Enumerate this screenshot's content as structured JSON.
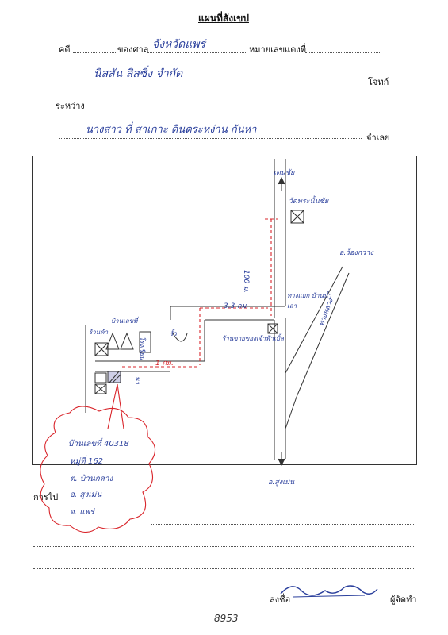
{
  "form": {
    "title": "แผนที่สังเขป",
    "case_label": "คดี",
    "court_label": "ของศาล",
    "court_value": "จังหวัดแพร่",
    "red_case_label": "หมายเลขแดงที่",
    "plaintiff_value": "นิสสัน ลิสซิ่ง จำกัด",
    "plaintiff_label": "โจทก์",
    "between_label": "ระหว่าง",
    "defendant_value": "นางสาว ที่ สาเกาะ ดินตระหง่าน กันหา",
    "defendant_label": "จำเลย",
    "directions_label": "การไป",
    "signature_label": "ลงชื่อ",
    "maker_label": "ผู้จัดทำ",
    "page_number": "8953"
  },
  "map": {
    "labels": {
      "to_phayao": "เด่นชัย",
      "wat_temple": "วัดพระนั้นชัย",
      "to_wang_chin": "อ.ร้องกวาง",
      "distance_north": "100 ม.",
      "distance_east": "3.3 กม.",
      "junction_note": "ทางแยก บ้านน้ำเลา",
      "landmark_left": "ร้านค้า",
      "house_group": "บ้านเลขที่",
      "fence_label": "รั้ว",
      "school_label": "โรงเรียน",
      "health_center": "ร้านขายของเจ้าฟ้าเบิ้ล",
      "distance_south": "1 กม.",
      "road_label": "ทางหลวง",
      "to_south": "อ.สูงเม่น",
      "hut_label": "นา"
    },
    "cloud_note": {
      "line1": "บ้านเลขที่ 40318",
      "line2": "หมู่ที่ 162",
      "line3": "ต. บ้านกลาง",
      "line4": "อ. สูงเม่น",
      "line5": "จ. แพร่"
    },
    "colors": {
      "ink_blue": "#2a3f9c",
      "route_red": "#d9252b",
      "cloud_red": "#d9252b"
    }
  }
}
